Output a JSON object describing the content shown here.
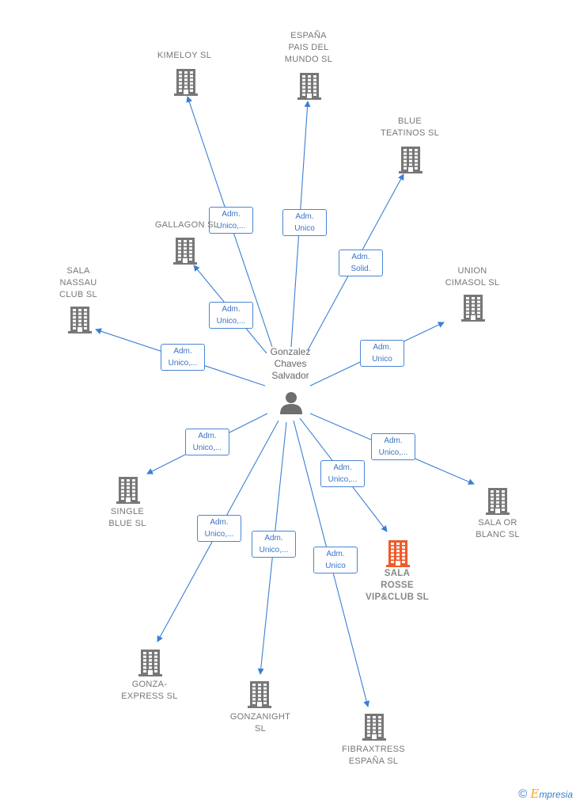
{
  "person": {
    "name": "Gonzalez\nChaves\nSalvador",
    "icon": "person-icon"
  },
  "colors": {
    "edge": "#3b7fd4",
    "company": "#777777",
    "highlight": "#f05a28"
  },
  "companies": [
    {
      "id": "kimeloy",
      "label": "KIMELOY  SL",
      "rel": "Adm.\nUnico,..."
    },
    {
      "id": "espana",
      "label": "ESPAÑA\nPAIS DEL\nMUNDO  SL",
      "rel": "Adm.\nUnico"
    },
    {
      "id": "blue",
      "label": "BLUE\nTEATINOS  SL",
      "rel": "Adm.\nSolid."
    },
    {
      "id": "gallagon",
      "label": "GALLAGON  SL",
      "rel": "Adm.\nUnico,..."
    },
    {
      "id": "nassau",
      "label": "SALA\nNASSAU\nCLUB  SL",
      "rel": "Adm.\nUnico,..."
    },
    {
      "id": "union",
      "label": "UNION\nCIMASOL  SL",
      "rel": "Adm.\nUnico"
    },
    {
      "id": "single",
      "label": "SINGLE\nBLUE  SL",
      "rel": "Adm.\nUnico,..."
    },
    {
      "id": "salaor",
      "label": "SALA OR\nBLANC  SL",
      "rel": "Adm.\nUnico,..."
    },
    {
      "id": "rosse",
      "label": "SALA\nROSSE\nVIP&CLUB  SL",
      "rel": "Adm.\nUnico,...",
      "highlight": true
    },
    {
      "id": "gonza",
      "label": "GONZA-\nEXPRESS  SL",
      "rel": "Adm.\nUnico,..."
    },
    {
      "id": "gonzanight",
      "label": "GONZANIGHT\nSL",
      "rel": "Adm.\nUnico,..."
    },
    {
      "id": "fibra",
      "label": "FIBRAXTRESS\nESPAÑA  SL",
      "rel": "Adm.\nUnico"
    }
  ],
  "brand": {
    "copyright": "©",
    "e": "E",
    "name": "mpresia"
  }
}
